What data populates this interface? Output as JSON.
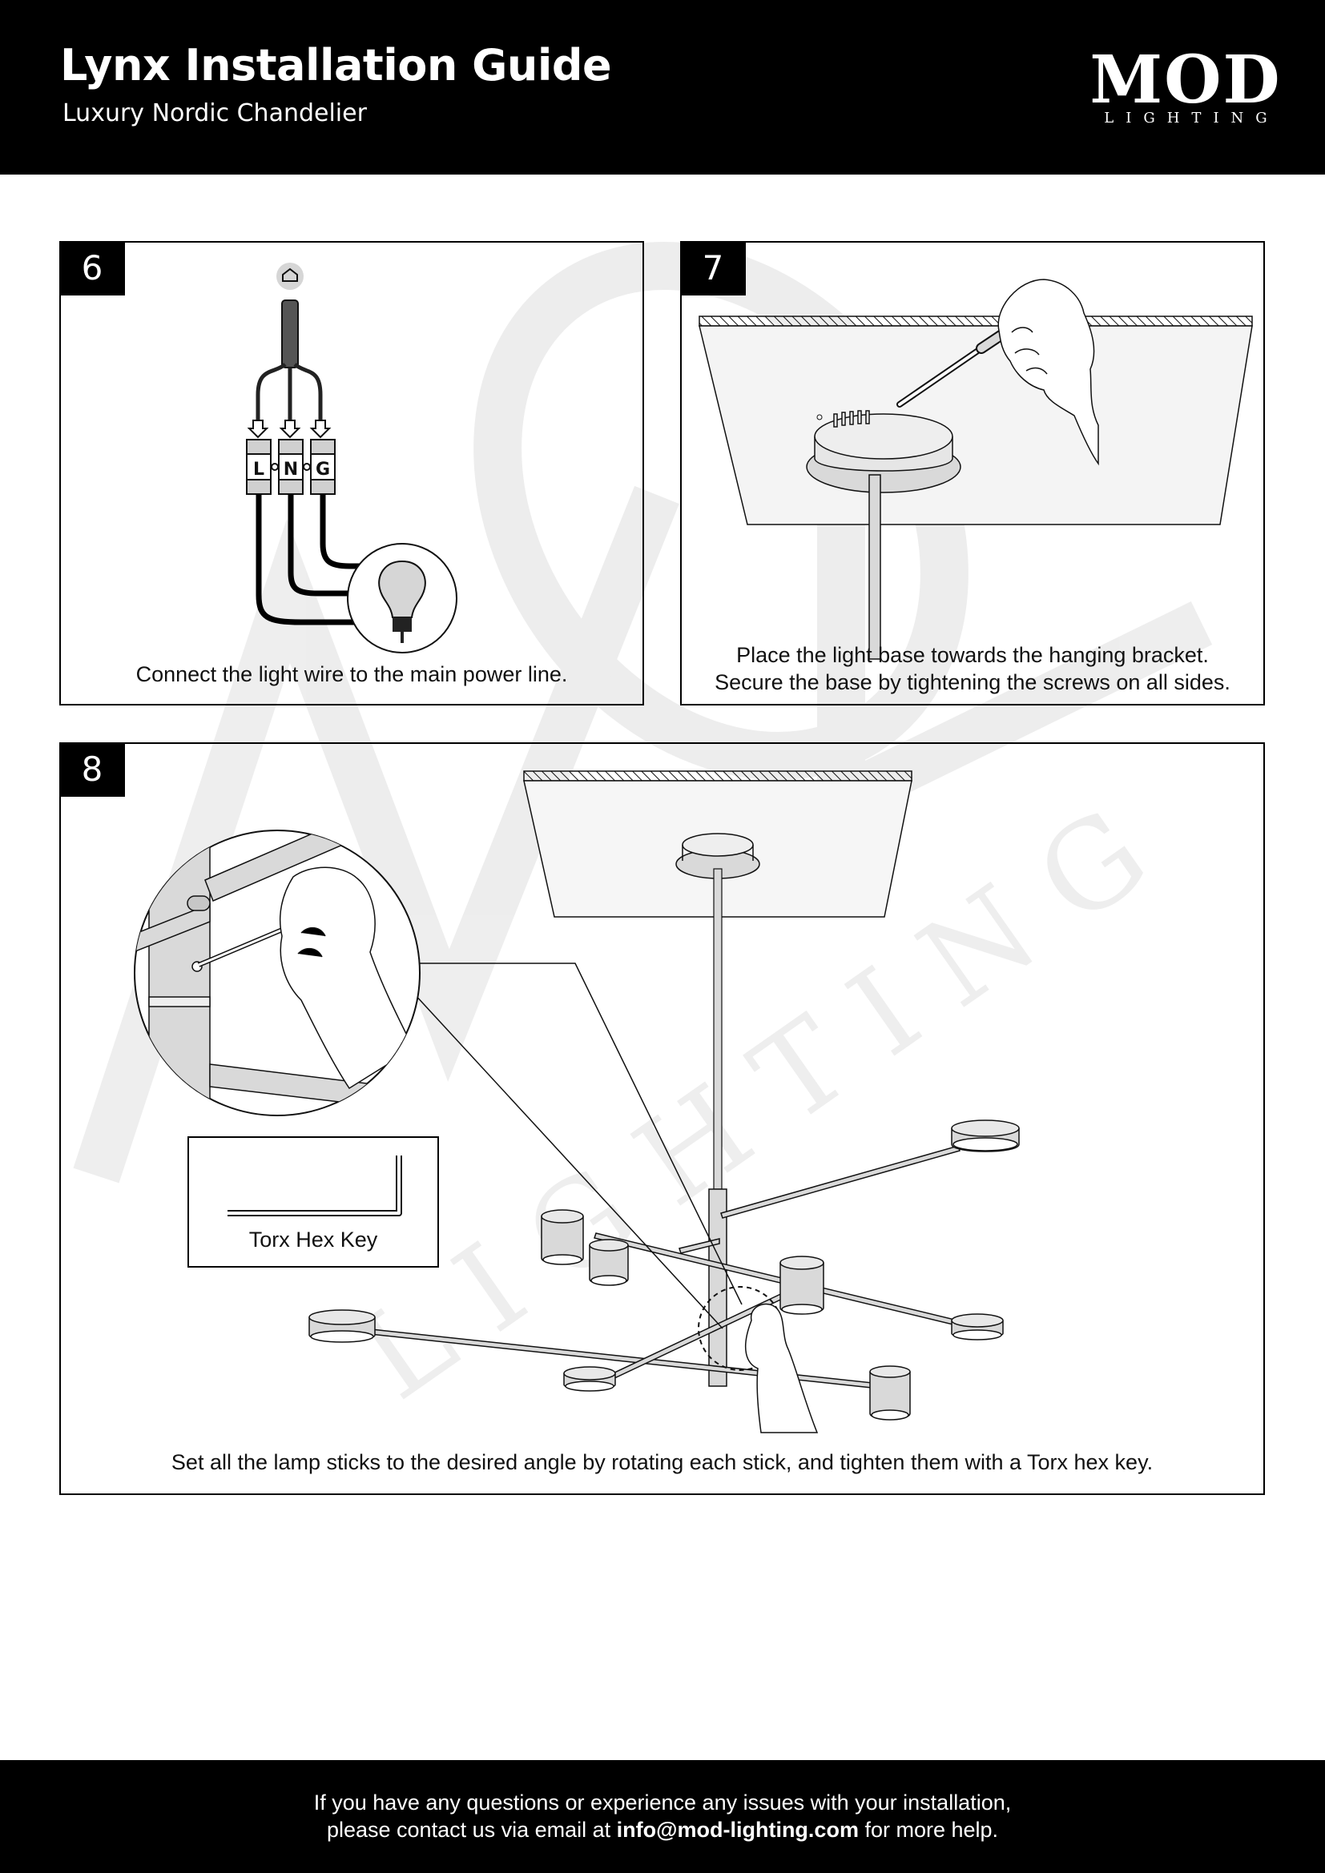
{
  "header": {
    "title": "Lynx Installation Guide",
    "subtitle": "Luxury Nordic Chandelier",
    "logo_main": "MOD",
    "logo_sub": "LIGHTING"
  },
  "steps": [
    {
      "number": "6",
      "caption": "Connect the light wire to the main power line.",
      "terminal_labels": [
        "L",
        "N",
        "G"
      ],
      "icons": [
        "house-icon",
        "light-bulb-icon"
      ]
    },
    {
      "number": "7",
      "caption_line1": "Place the light base towards the hanging bracket.",
      "caption_line2": "Secure the base by tightening the screws on all sides.",
      "icons": [
        "screwdriver-icon",
        "hand-icon"
      ]
    },
    {
      "number": "8",
      "caption": "Set all the lamp sticks to the desired angle by rotating each stick, and tighten them with a Torx hex key.",
      "tool_label": "Torx Hex Key",
      "icons": [
        "hex-key-icon",
        "hand-icon",
        "magnifier-callout-icon"
      ]
    }
  ],
  "footer": {
    "line1": "If you have any questions or experience any issues with your installation,",
    "line2_prefix": "please contact us via email at ",
    "email": "info@mod-lighting.com",
    "line2_suffix": " for more help."
  },
  "colors": {
    "header_bg": "#000000",
    "footer_bg": "#000000",
    "fixture_grey": "#d9d9d9",
    "watermark": "#ececec"
  }
}
